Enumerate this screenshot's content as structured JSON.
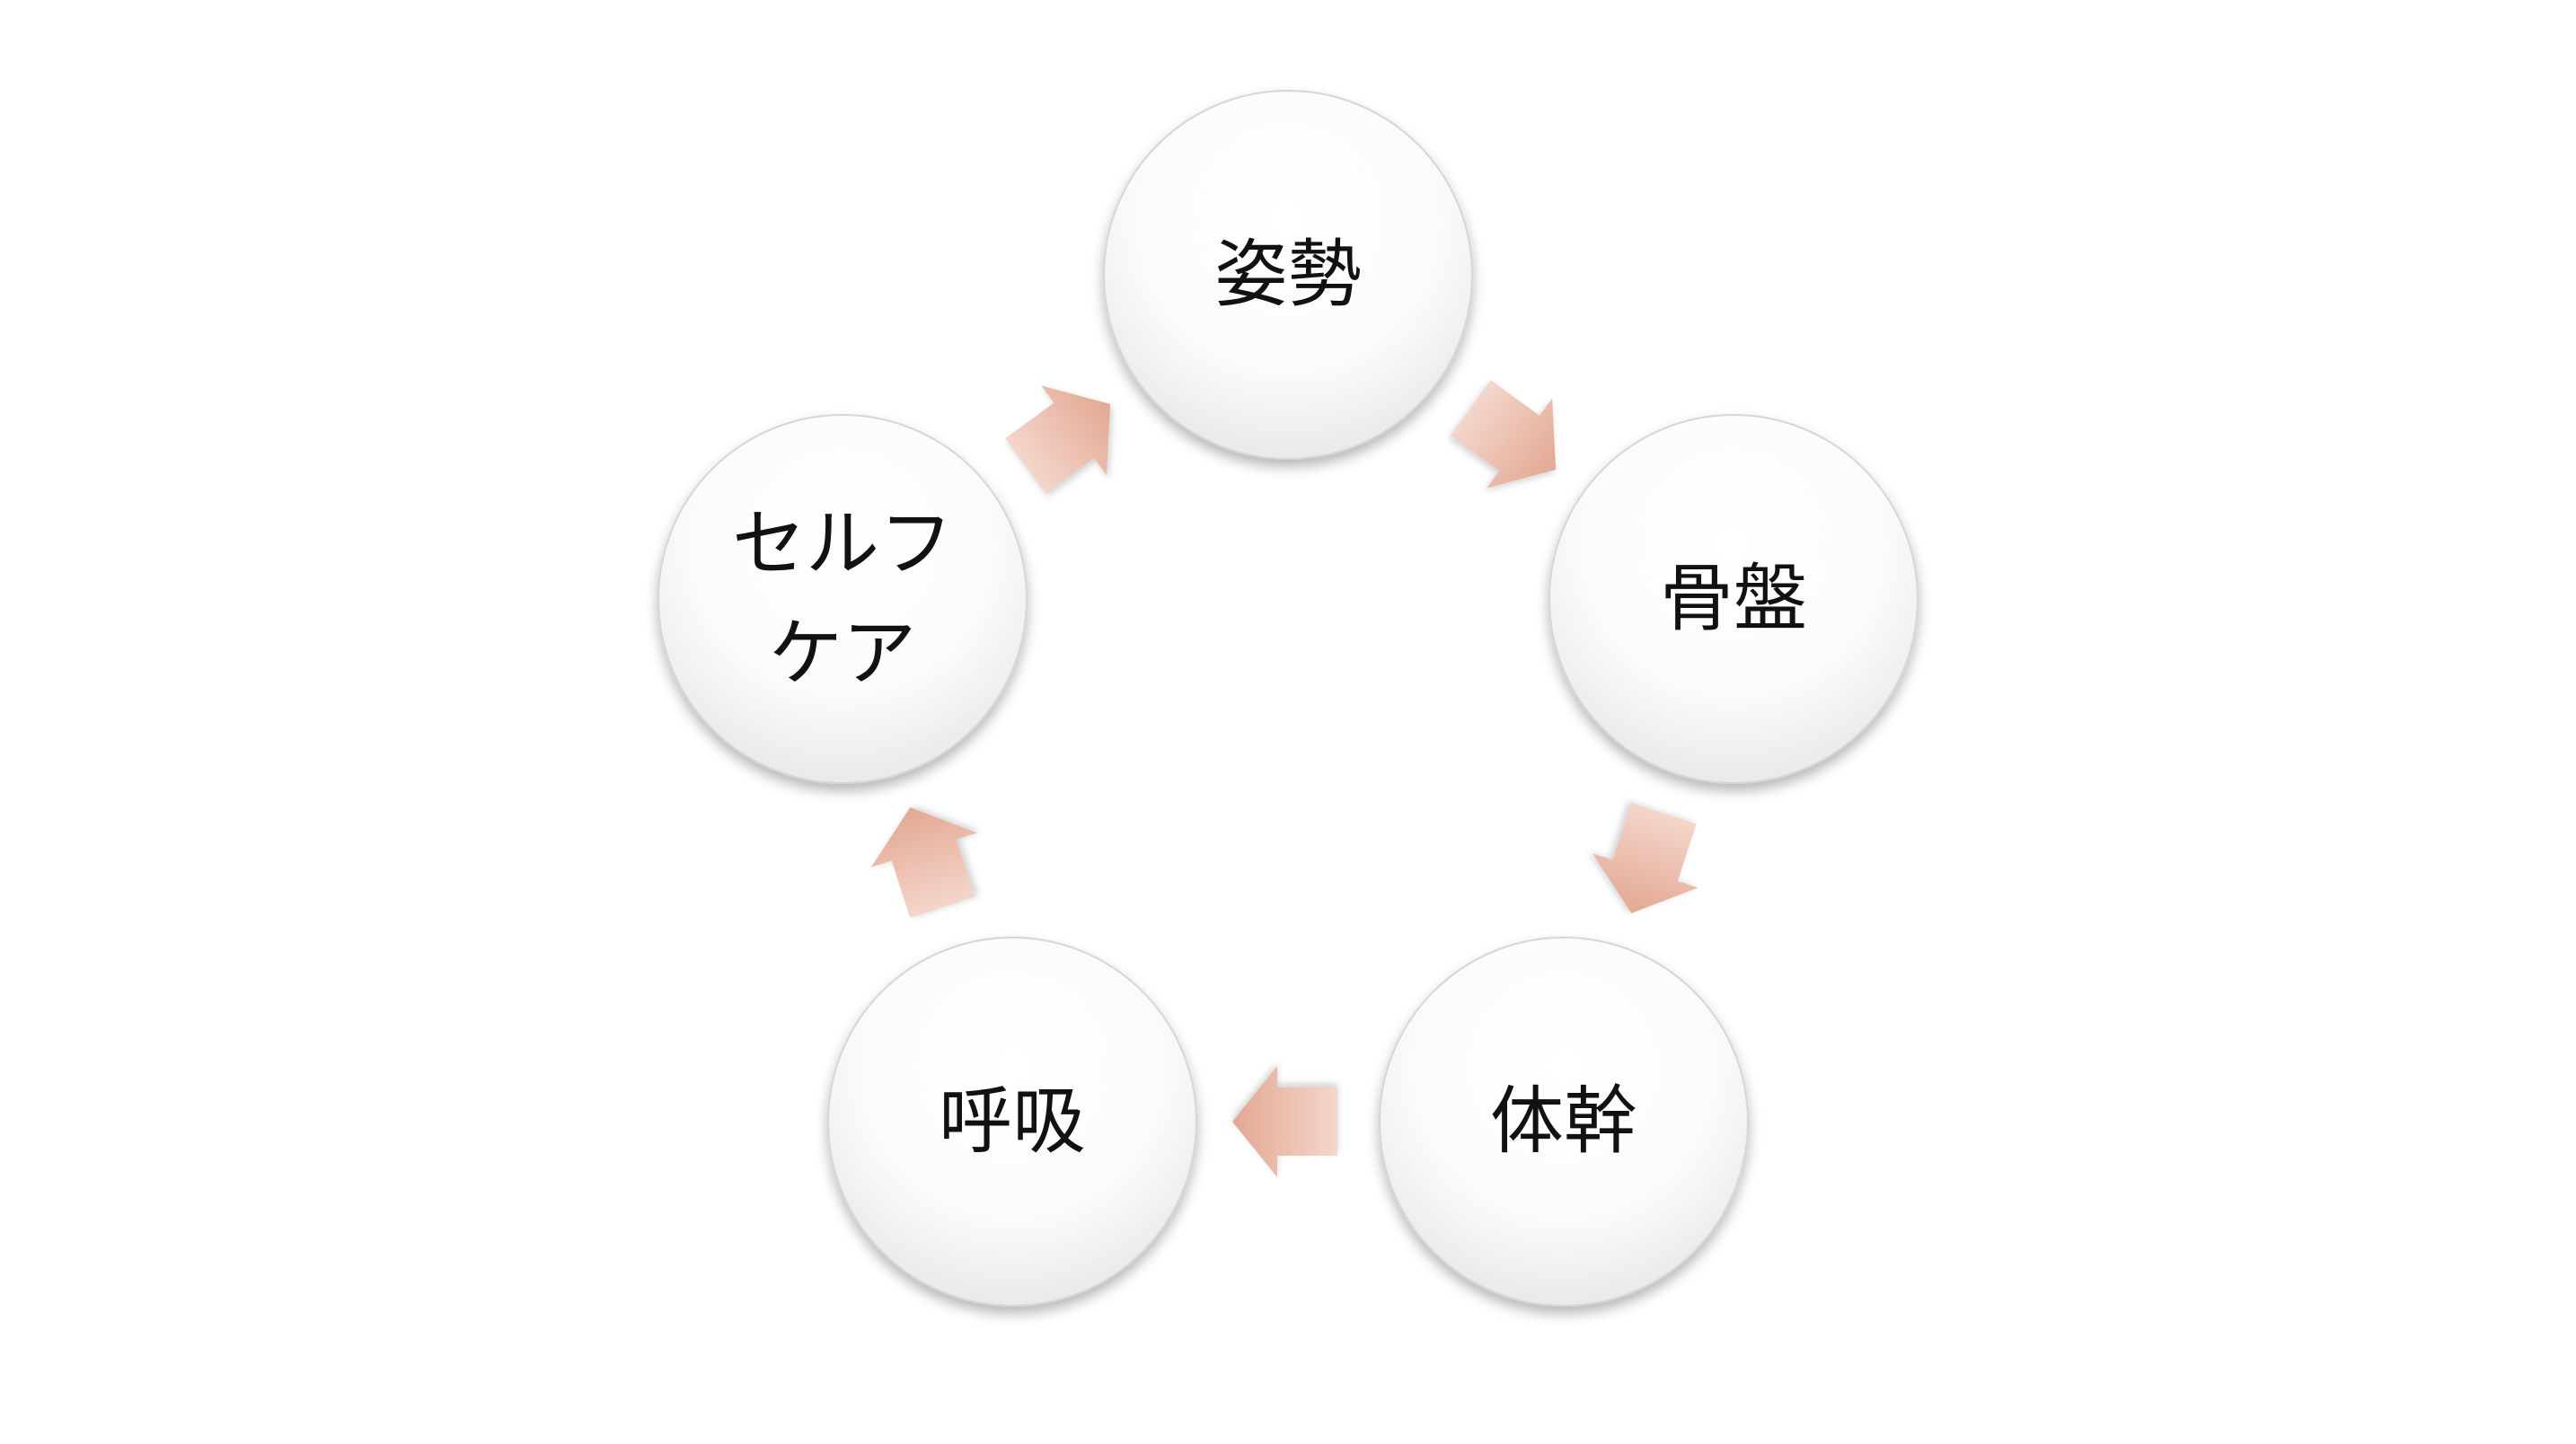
{
  "diagram": {
    "type": "cycle",
    "nodes": [
      {
        "id": "posture",
        "lines": [
          "姿勢"
        ]
      },
      {
        "id": "pelvis",
        "lines": [
          "骨盤"
        ]
      },
      {
        "id": "trunk",
        "lines": [
          "体幹"
        ]
      },
      {
        "id": "breathing",
        "lines": [
          "呼吸"
        ]
      },
      {
        "id": "selfcare",
        "lines": [
          "セルフ",
          "ケア"
        ]
      }
    ],
    "edges": [
      {
        "from": "posture",
        "to": "pelvis"
      },
      {
        "from": "pelvis",
        "to": "trunk"
      },
      {
        "from": "trunk",
        "to": "breathing"
      },
      {
        "from": "breathing",
        "to": "selfcare"
      },
      {
        "from": "selfcare",
        "to": "posture"
      }
    ],
    "colors": {
      "arrow_light": "#f3d2c6",
      "arrow_dark": "#e2a893",
      "node_top": "#ffffff",
      "node_bottom": "#e4e4e4",
      "node_border": "#d6d6d6",
      "text": "#111111"
    }
  }
}
